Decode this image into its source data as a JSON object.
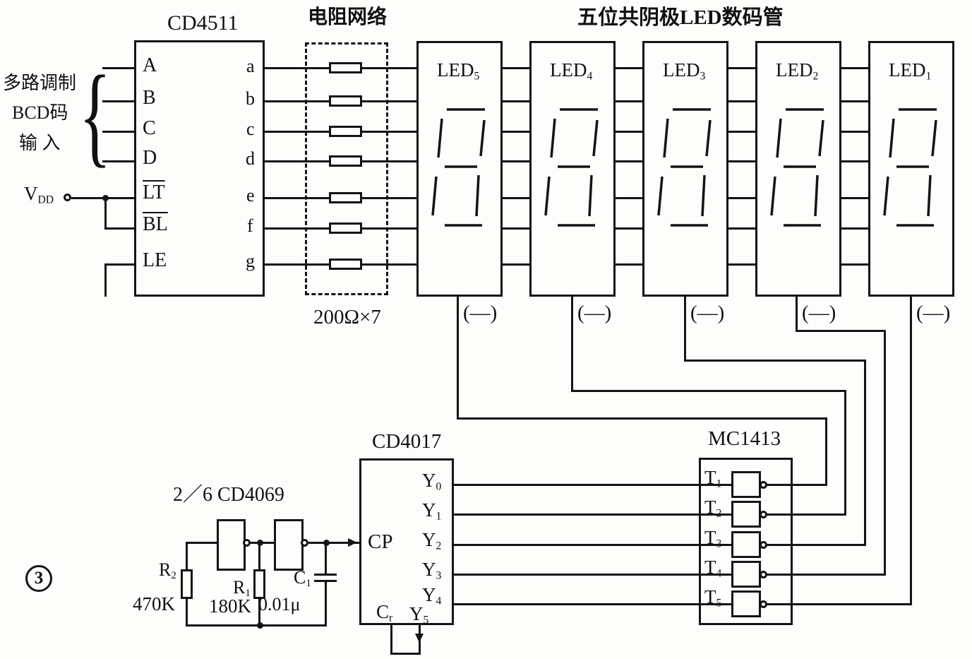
{
  "titles": {
    "cd4511": "CD4511",
    "resistor_network": "电阻网络",
    "led_bank": "五位共阴极LED数码管",
    "resistor_value": "200Ω×7",
    "cd4017": "CD4017",
    "mc1413": "MC1413",
    "cd4069": "2／6 CD4069",
    "figure_number": "3"
  },
  "cd4511": {
    "left_pins": [
      "A",
      "B",
      "C",
      "D"
    ],
    "lt": "LT",
    "bl": "BL",
    "le": "LE",
    "right_pins": [
      "a",
      "b",
      "c",
      "d",
      "e",
      "f",
      "g"
    ]
  },
  "input_label": {
    "line1": "多路调制",
    "line2": "BCD码",
    "line3": "输 入"
  },
  "vdd": {
    "base": "V",
    "sub": "DD"
  },
  "leds": [
    {
      "base": "LED",
      "sub": "5"
    },
    {
      "base": "LED",
      "sub": "4"
    },
    {
      "base": "LED",
      "sub": "3"
    },
    {
      "base": "LED",
      "sub": "2"
    },
    {
      "base": "LED",
      "sub": "1"
    }
  ],
  "cathode_label": "(—)",
  "cd4017": {
    "cp": "CP",
    "outputs": [
      {
        "base": "Y",
        "sub": "0"
      },
      {
        "base": "Y",
        "sub": "1"
      },
      {
        "base": "Y",
        "sub": "2"
      },
      {
        "base": "Y",
        "sub": "3"
      },
      {
        "base": "Y",
        "sub": "4"
      }
    ],
    "cr": {
      "base": "C",
      "sub": "r"
    },
    "y5": {
      "base": "Y",
      "sub": "5"
    }
  },
  "mc1413": {
    "inputs": [
      {
        "base": "T",
        "sub": "1"
      },
      {
        "base": "T",
        "sub": "2"
      },
      {
        "base": "T",
        "sub": "3"
      },
      {
        "base": "T",
        "sub": "4"
      },
      {
        "base": "T",
        "sub": "5"
      }
    ]
  },
  "oscillator": {
    "r2": {
      "base": "R",
      "sub": "2"
    },
    "r2_value": "470K",
    "r1": {
      "base": "R",
      "sub": "1"
    },
    "r1_value": "180K",
    "c1": {
      "base": "C",
      "sub": "1"
    },
    "c1_value": "0.01μ"
  }
}
